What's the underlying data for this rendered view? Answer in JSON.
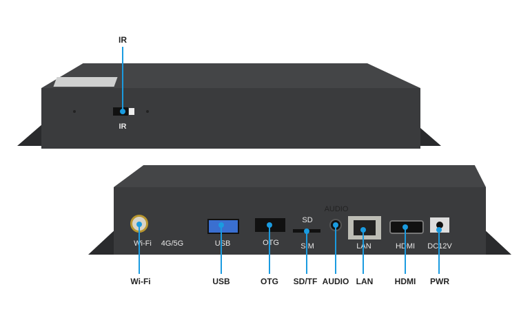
{
  "top_device": {
    "callout_label": "IR",
    "port_label": "IR"
  },
  "rear_device": {
    "port_labels": {
      "wifi": "Wi-Fi",
      "cellular": "4G/5G",
      "usb": "USB",
      "otg": "OTG",
      "sd": "SD",
      "sim": "SIM",
      "audio": "AUDIO",
      "lan": "LAN",
      "hdmi": "HDMI",
      "dc": "DC12V"
    },
    "callouts": [
      "Wi-Fi",
      "USB",
      "OTG",
      "SD/TF",
      "AUDIO",
      "LAN",
      "HDMI",
      "PWR"
    ]
  },
  "colors": {
    "callout": "#1a9be0",
    "chassis": "#3a3b3d"
  }
}
